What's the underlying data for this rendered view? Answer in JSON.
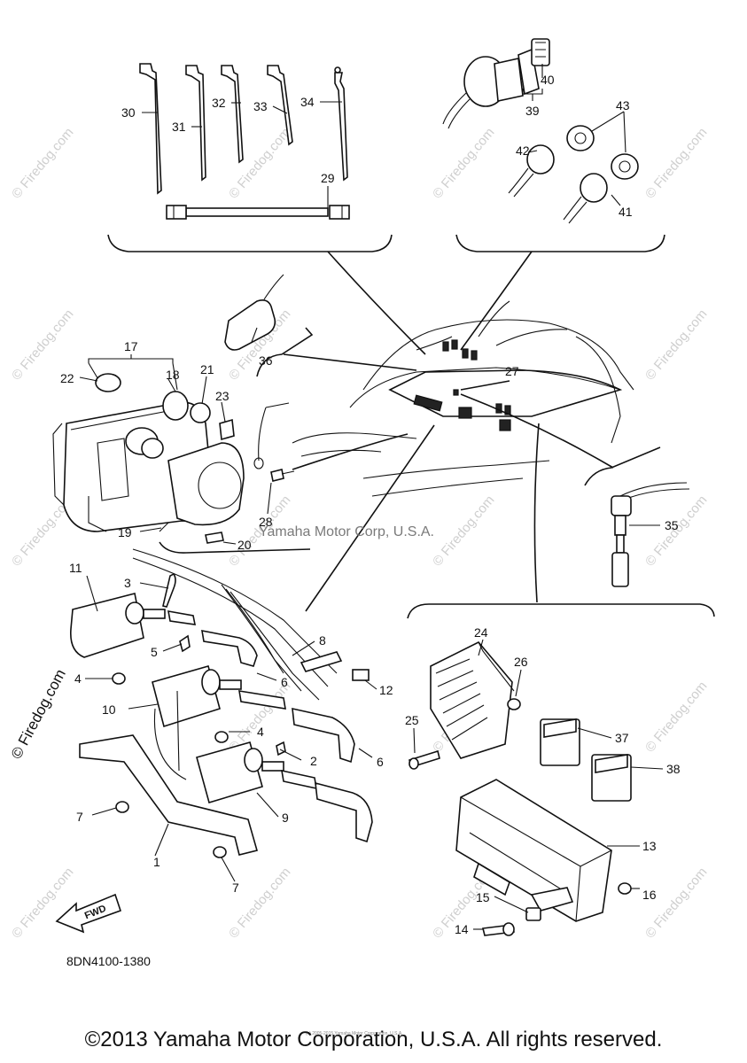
{
  "watermark": "© Firedog.com",
  "watermark_large": "© Firedog.com",
  "diagram_credit": "Yamaha Motor Corp, U.S.A.",
  "diagram_code": "8DN4100-1380",
  "fwd_label": "FWD",
  "tiny_print": "(c) 2005-2015 Yamaha Motor Corporation, U.S.A.",
  "footer": "©2013 Yamaha Motor Corporation, U.S.A. All rights reserved.",
  "callouts": {
    "c1": "1",
    "c2": "2",
    "c3": "3",
    "c4a": "4",
    "c4b": "4",
    "c5": "5",
    "c6a": "6",
    "c6b": "6",
    "c7a": "7",
    "c7b": "7",
    "c8": "8",
    "c9": "9",
    "c10": "10",
    "c11": "11",
    "c12": "12",
    "c13": "13",
    "c14": "14",
    "c15": "15",
    "c16": "16",
    "c17": "17",
    "c18": "18",
    "c19": "19",
    "c20": "20",
    "c21": "21",
    "c22": "22",
    "c23": "23",
    "c24": "24",
    "c25": "25",
    "c26": "26",
    "c27": "27",
    "c28": "28",
    "c29": "29",
    "c30": "30",
    "c31": "31",
    "c32": "32",
    "c33": "33",
    "c34": "34",
    "c35": "35",
    "c36": "36",
    "c37": "37",
    "c38": "38",
    "c39": "39",
    "c40": "40",
    "c41": "41",
    "c42": "42",
    "c43": "43"
  }
}
